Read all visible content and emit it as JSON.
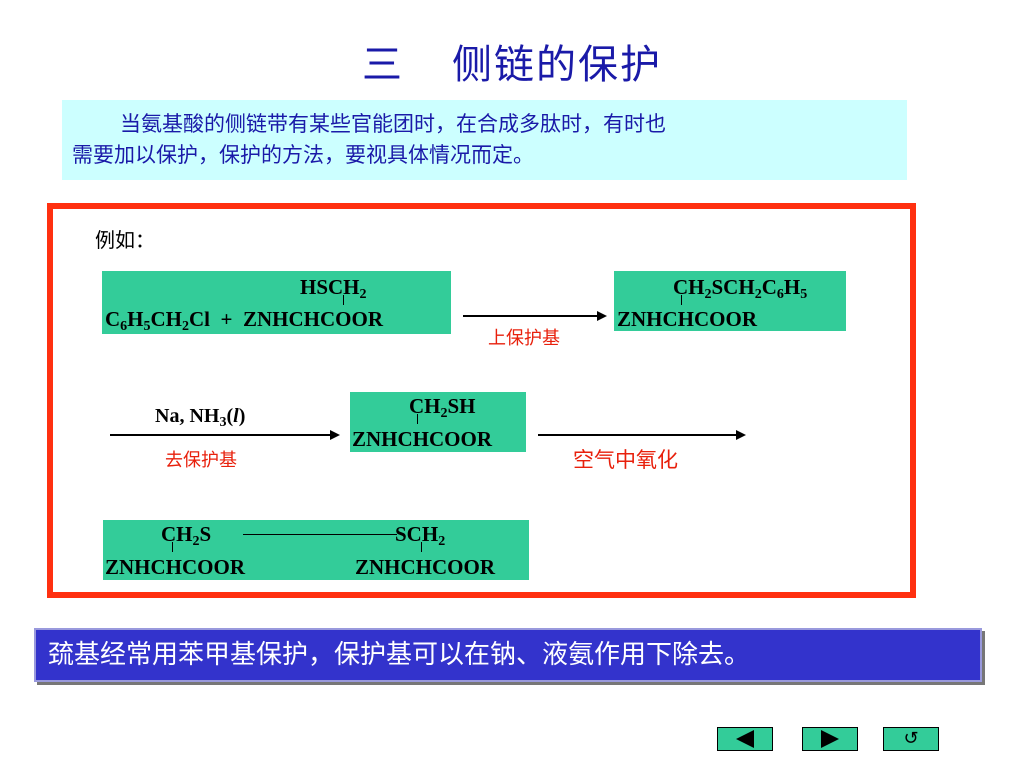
{
  "title": {
    "part1": "三",
    "part2": "侧链的保护"
  },
  "intro": {
    "line1": "当氨基酸的侧链带有某些官能团时，在合成多肽时，有时也",
    "line2": "需要加以保护，保护的方法，要视具体情况而定。"
  },
  "example_label": "例如：",
  "reaction1": {
    "reactant_top": "HSCH",
    "reactant_left": "C",
    "reactant_right": "ZNHCHCOOR",
    "arrow_label": "上保护基",
    "product_top": "CH",
    "product_bottom": "ZNHCHCOOR"
  },
  "reaction2": {
    "reagent": "Na, NH",
    "reagent_state": "l",
    "arrow_label": "去保护基",
    "product_top": "CH",
    "product_bottom": "ZNHCHCOOR",
    "arrow2_label": "空气中氧化"
  },
  "dimer": {
    "left_top": "CH",
    "right_top": "SCH",
    "left_bottom": "ZNHCHCOOR",
    "right_bottom": "ZNHCHCOOR"
  },
  "note": "巯基经常用苯甲基保护，保护基可以在钠、液氨作用下除去。",
  "nav": {
    "prev_icon": "triangle-left-icon",
    "next_icon": "triangle-right-icon",
    "return_icon": "return-arrow-icon",
    "return_glyph": "↺"
  },
  "colors": {
    "title": "#1a1aa8",
    "intro_bg": "#ccffff",
    "frame": "#ff3010",
    "chem_box": "#33cc99",
    "red_label": "#e8200c",
    "note_bg": "#3333cc"
  }
}
